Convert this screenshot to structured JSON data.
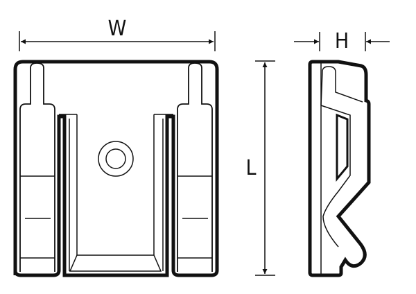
{
  "dimensions": {
    "width_label": "W",
    "height_label": "H",
    "length_label": "L"
  },
  "colors": {
    "stroke": "#111111",
    "background": "#ffffff"
  }
}
